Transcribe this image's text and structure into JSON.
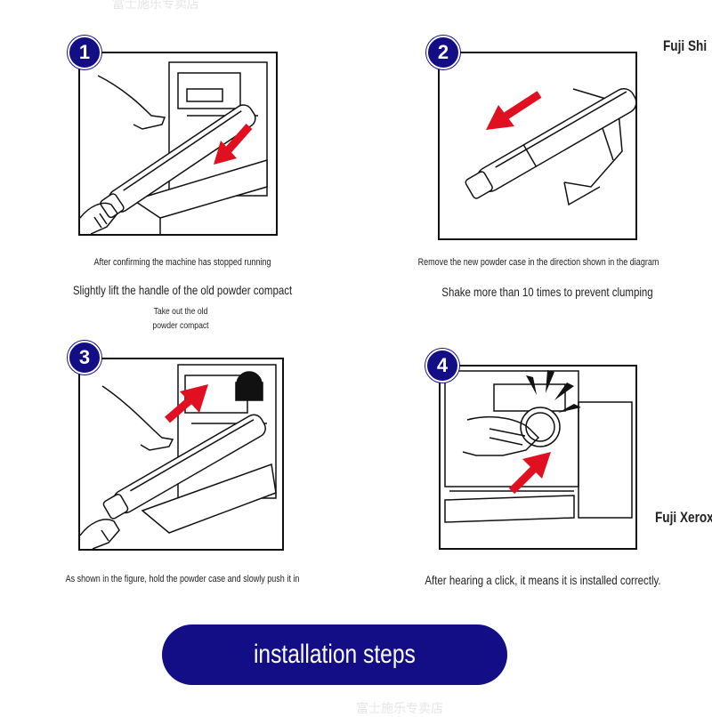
{
  "watermarks": [
    "富士施乐专卖店",
    "富士施乐专卖店"
  ],
  "side_labels": {
    "top_right": "Fuji Shi",
    "bottom_right": "Fuji Xerox"
  },
  "steps": [
    {
      "number": "1",
      "captions": [
        "After confirming the machine has stopped running",
        "Slightly lift the handle of the old powder compact",
        "Take out the old",
        "powder compact"
      ]
    },
    {
      "number": "2",
      "captions": [
        "Remove the new powder case in the direction shown in the diagram",
        "Shake more than 10 times to prevent clumping"
      ]
    },
    {
      "number": "3",
      "captions": [
        "As shown in the figure, hold the powder case and slowly push it in"
      ]
    },
    {
      "number": "4",
      "captions": [
        "After hearing a click, it means it is installed correctly."
      ]
    }
  ],
  "footer": {
    "button_label": "installation steps"
  },
  "colors": {
    "accent": "#140e86",
    "arrow": "#e01020"
  }
}
